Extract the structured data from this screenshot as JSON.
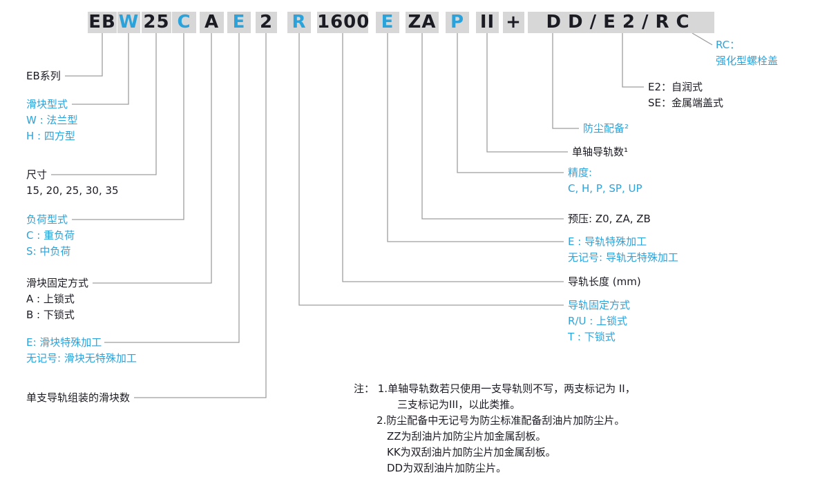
{
  "colors": {
    "blue": "#2ba3da",
    "dark": "#1b1b24",
    "box_bg": "#d7d7d7",
    "line": "#9e9e9e"
  },
  "code": {
    "segments": [
      {
        "text": "EB",
        "color": "dark"
      },
      {
        "text": "W",
        "color": "blue"
      },
      {
        "text": "25",
        "color": "dark"
      },
      {
        "text": "C",
        "color": "blue"
      },
      {
        "text": "A",
        "color": "dark"
      },
      {
        "text": "E",
        "color": "blue"
      },
      {
        "text": "2",
        "color": "dark"
      },
      {
        "text": "R",
        "color": "blue"
      },
      {
        "text": "1600",
        "color": "dark"
      },
      {
        "text": "E",
        "color": "blue"
      },
      {
        "text": "ZA",
        "color": "dark"
      },
      {
        "text": "P",
        "color": "blue"
      },
      {
        "text": "II",
        "color": "dark"
      },
      {
        "text": "+",
        "color": "dark"
      },
      {
        "text": "DD/E2/RC",
        "color": "dark"
      }
    ]
  },
  "labels": {
    "left": [
      {
        "color": "dark",
        "lines": [
          "EB系列"
        ]
      },
      {
        "color": "blue",
        "lines": [
          "滑块型式",
          "W : 法兰型",
          "H : 四方型"
        ]
      },
      {
        "color": "dark",
        "lines": [
          "尺寸",
          "15, 20, 25, 30, 35"
        ]
      },
      {
        "color": "blue",
        "lines": [
          "负荷型式",
          "C : 重负荷",
          "S: 中负荷"
        ]
      },
      {
        "color": "dark",
        "lines": [
          "滑块固定方式",
          "A : 上锁式",
          "B : 下锁式"
        ]
      },
      {
        "color": "blue",
        "lines": [
          "E: 滑块特殊加工",
          "无记号: 滑块无特殊加工"
        ]
      },
      {
        "color": "dark",
        "lines": [
          "单支导轨组装的滑块数"
        ]
      }
    ],
    "right": [
      {
        "color": "blue",
        "lines": [
          "RC：",
          "强化型螺栓盖"
        ]
      },
      {
        "color": "dark",
        "lines": [
          "E2：自润式",
          "SE：金属端盖式"
        ]
      },
      {
        "color": "blue",
        "lines": [
          "防尘配备²"
        ]
      },
      {
        "color": "dark",
        "lines": [
          "单轴导轨数¹"
        ]
      },
      {
        "color": "blue",
        "lines": [
          "精度:",
          "C, H, P, SP, UP"
        ]
      },
      {
        "color": "dark",
        "lines": [
          "预压: Z0, ZA, ZB"
        ]
      },
      {
        "color": "blue",
        "lines": [
          "E : 导轨特殊加工",
          "无记号: 导轨无特殊加工"
        ]
      },
      {
        "color": "dark",
        "lines": [
          "导轨长度 (mm)"
        ]
      },
      {
        "color": "blue",
        "lines": [
          "导轨固定方式",
          "R/U : 上锁式",
          "T : 下锁式"
        ]
      }
    ]
  },
  "notes": {
    "lines": [
      "注： 1.单轴导轨数若只使用一支导轨则不写，两支标记为 II，",
      "三支标记为III，以此类推。",
      "2.防尘配备中无记号为防尘标准配备刮油片加防尘片。",
      "ZZ为刮油片加防尘片加金属刮板。",
      "KK为双刮油片加防尘片加金属刮板。",
      "DD为双刮油片加防尘片。"
    ]
  }
}
